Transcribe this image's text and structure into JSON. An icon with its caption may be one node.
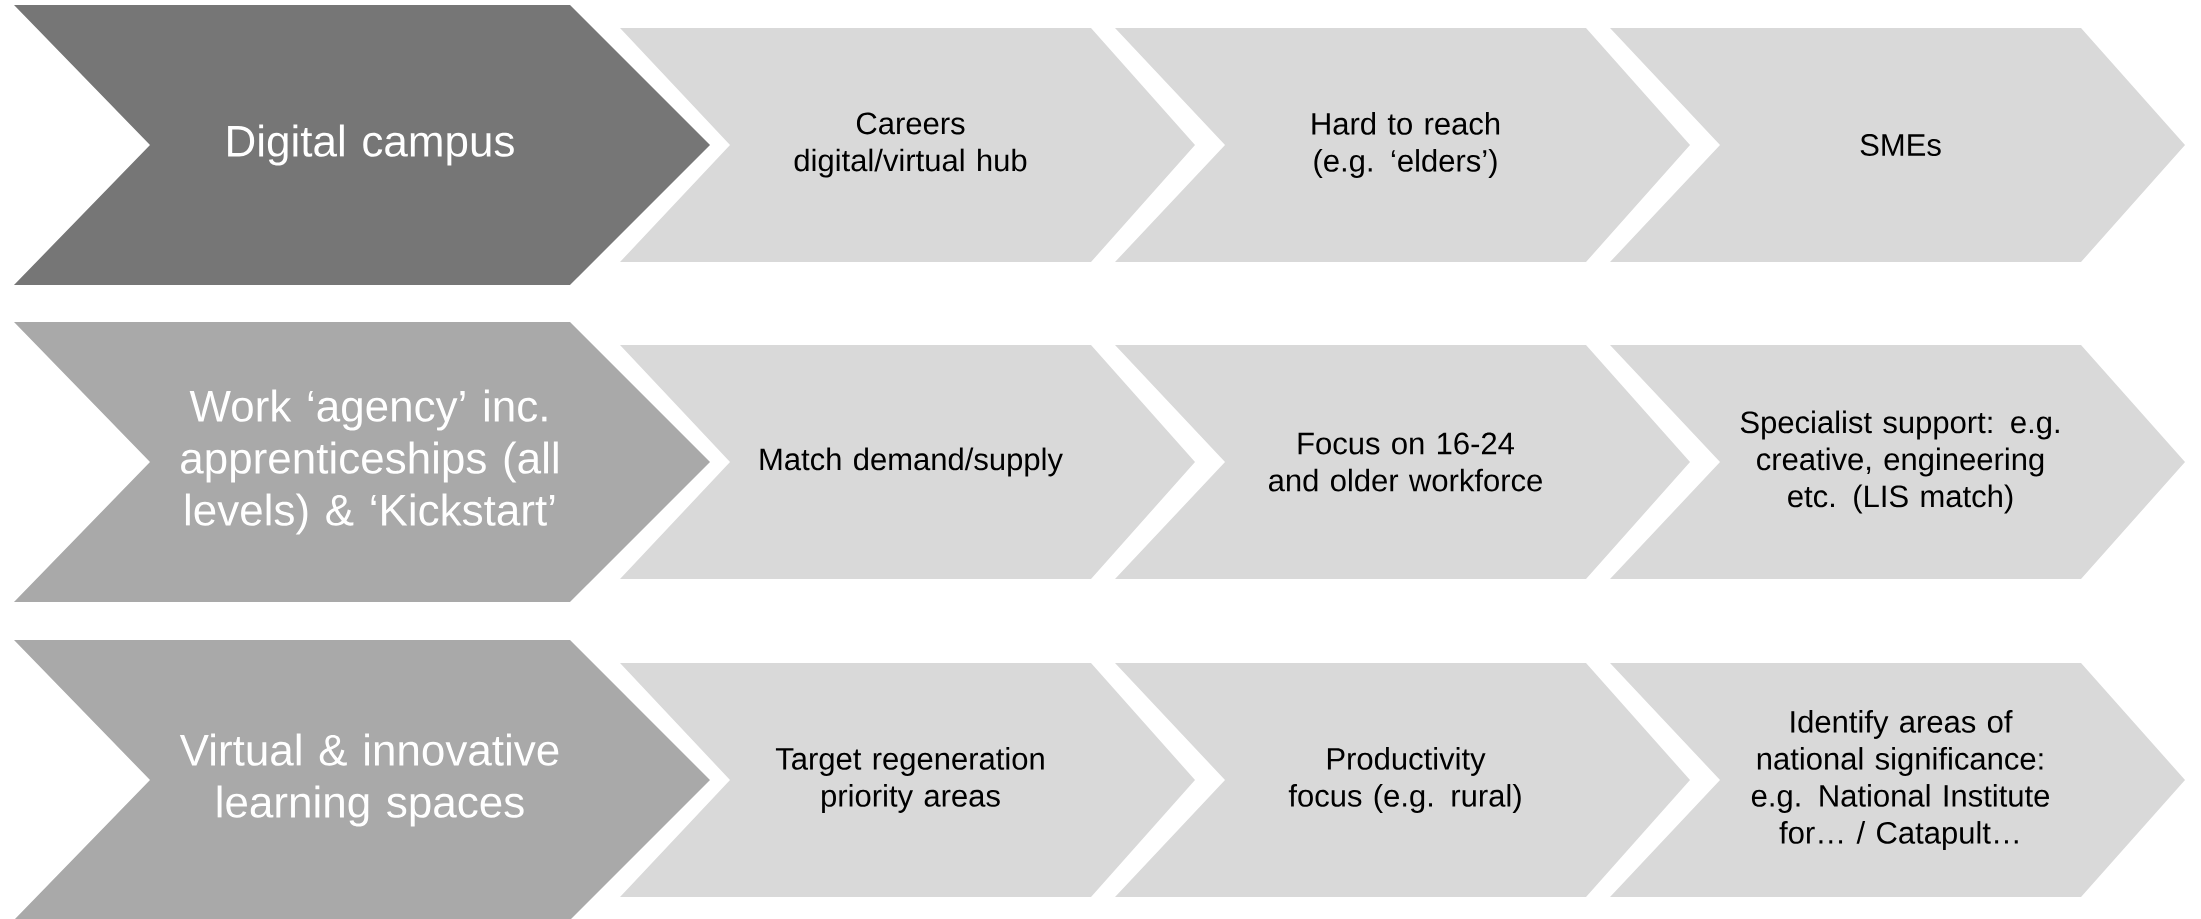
{
  "diagram": {
    "nodes": [
      {
        "text": [
          "Digital campus"
        ]
      },
      {
        "text": [
          "Careers digital/virtual hub"
        ]
      },
      {
        "text": [
          "Hard to reach (e.g. ‘elders’)"
        ]
      },
      {
        "text": [
          "SMEs"
        ]
      },
      {
        "text": [
          "Work ‘agency’ inc. apprenticeships (all levels) & ‘Kickstart’"
        ]
      },
      {
        "text": [
          "Match demand/supply"
        ]
      },
      {
        "text": [
          "Focus on 16-24 and older workforce"
        ]
      },
      {
        "text": [
          "Specialist support: e.g. creative, engineering etc. (LIS match)"
        ]
      },
      {
        "text": [
          "Virtual & innovative learning spaces"
        ]
      },
      {
        "text": [
          "Target regeneration priority areas"
        ]
      },
      {
        "text": [
          "Productivity focus (e.g. rural)"
        ]
      },
      {
        "text": [
          "Identify areas of national significance: e.g. National Institute for… / Catapult…"
        ]
      }
    ]
  }
}
